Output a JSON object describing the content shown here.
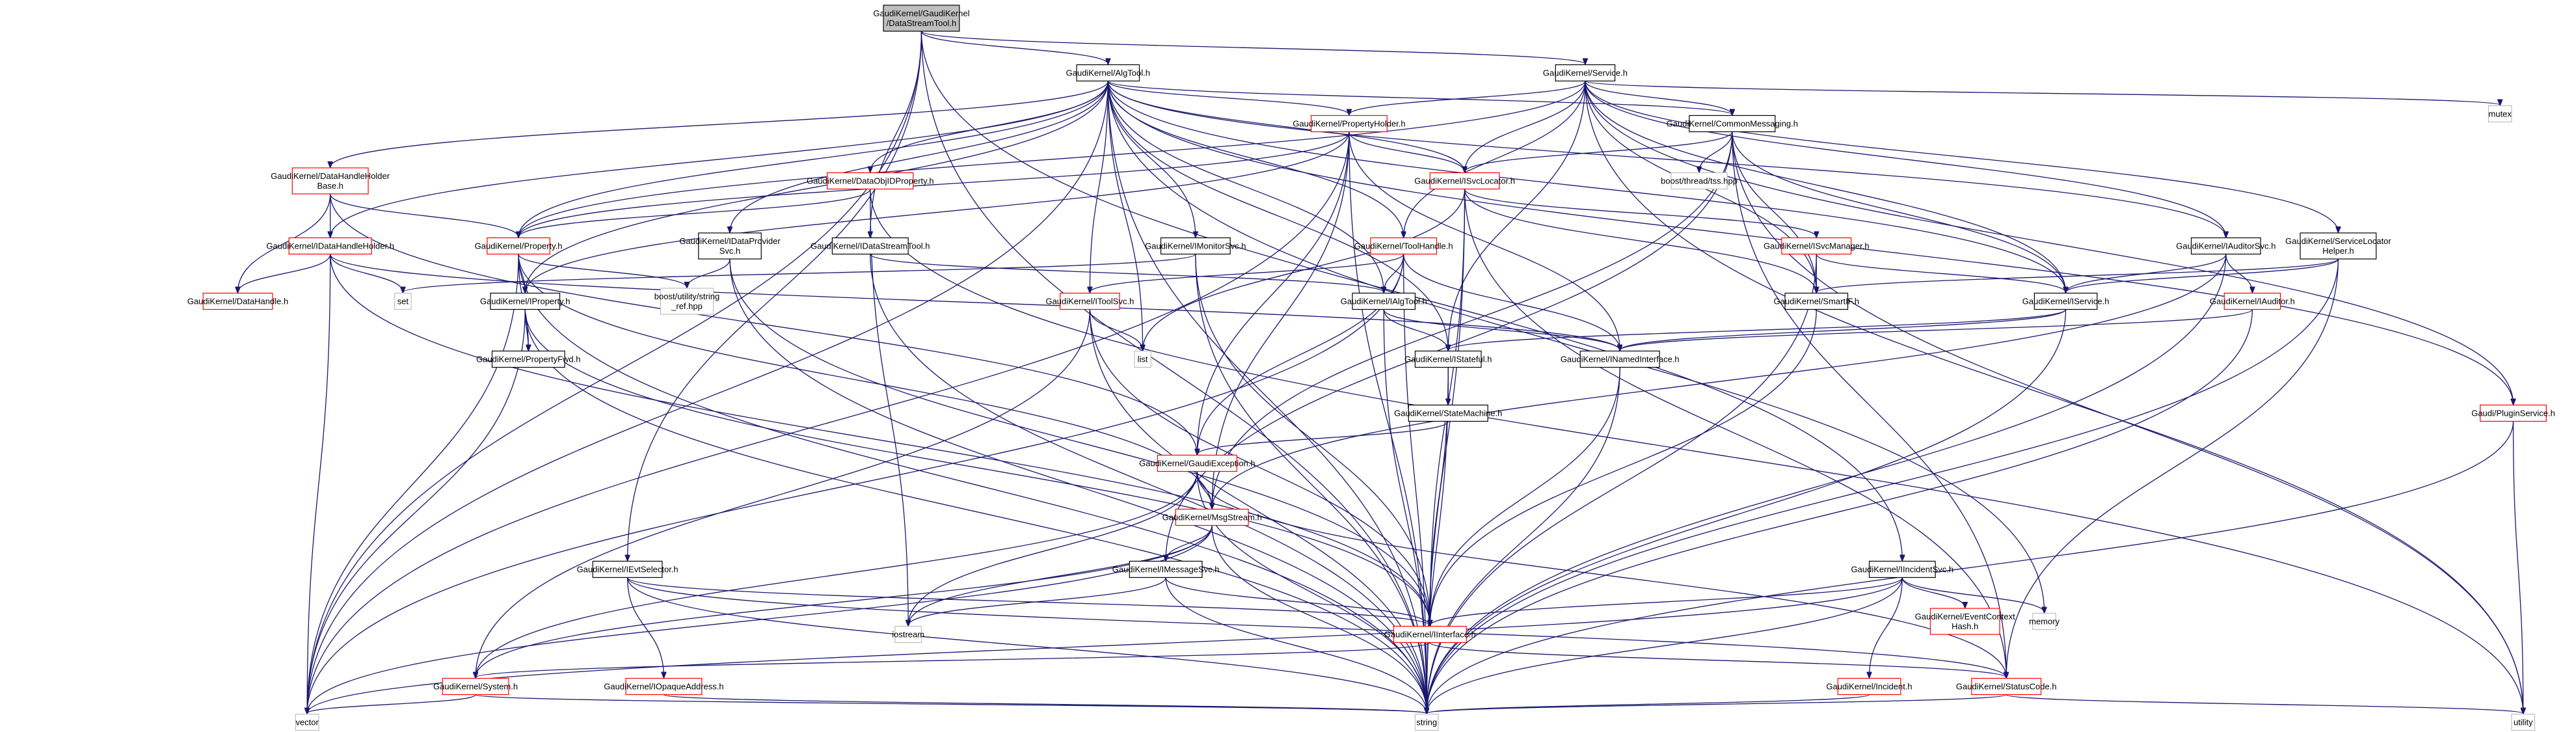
{
  "title": "GaudiKernel/GaudiKernel/DataStreamTool.h",
  "colors": {
    "edge": "#191970",
    "documented_border": "#000000",
    "undocumented_border": "#ff0000",
    "external_border": "#bfbfbf",
    "root_fill": "#bfbfbf"
  },
  "nodes": [
    {
      "id": "root",
      "lines": [
        "GaudiKernel/GaudiKernel",
        "/DataStreamTool.h"
      ],
      "style": "root"
    },
    {
      "id": "algtool",
      "lines": [
        "GaudiKernel/AlgTool.h"
      ],
      "style": "doc"
    },
    {
      "id": "service",
      "lines": [
        "GaudiKernel/Service.h"
      ],
      "style": "doc"
    },
    {
      "id": "mutex",
      "lines": [
        "mutex"
      ],
      "style": "ext"
    },
    {
      "id": "propholder",
      "lines": [
        "GaudiKernel/PropertyHolder.h"
      ],
      "style": "red"
    },
    {
      "id": "commonmsg",
      "lines": [
        "GaudiKernel/CommonMessaging.h"
      ],
      "style": "doc"
    },
    {
      "id": "dhhbase",
      "lines": [
        "GaudiKernel/DataHandleHolder",
        "Base.h"
      ],
      "style": "red"
    },
    {
      "id": "dataobjid",
      "lines": [
        "GaudiKernel/DataObjIDProperty.h"
      ],
      "style": "red"
    },
    {
      "id": "svclocator",
      "lines": [
        "GaudiKernel/ISvcLocator.h"
      ],
      "style": "red"
    },
    {
      "id": "boosttss",
      "lines": [
        "boost/thread/tss.hpp"
      ],
      "style": "ext"
    },
    {
      "id": "idhholder",
      "lines": [
        "GaudiKernel/IDataHandleHolder.h"
      ],
      "style": "red"
    },
    {
      "id": "property",
      "lines": [
        "GaudiKernel/Property.h"
      ],
      "style": "red"
    },
    {
      "id": "idataprov",
      "lines": [
        "GaudiKernel/IDataProvider",
        "Svc.h"
      ],
      "style": "doc"
    },
    {
      "id": "idatastream",
      "lines": [
        "GaudiKernel/IDataStreamTool.h"
      ],
      "style": "doc"
    },
    {
      "id": "imonitor",
      "lines": [
        "GaudiKernel/IMonitorSvc.h"
      ],
      "style": "doc"
    },
    {
      "id": "toolhandle",
      "lines": [
        "GaudiKernel/ToolHandle.h"
      ],
      "style": "red"
    },
    {
      "id": "isvcmgr",
      "lines": [
        "GaudiKernel/ISvcManager.h"
      ],
      "style": "red"
    },
    {
      "id": "iauditorsvc",
      "lines": [
        "GaudiKernel/IAuditorSvc.h"
      ],
      "style": "doc"
    },
    {
      "id": "svclochelper",
      "lines": [
        "GaudiKernel/ServiceLocator",
        "Helper.h"
      ],
      "style": "doc"
    },
    {
      "id": "datahandle",
      "lines": [
        "GaudiKernel/DataHandle.h"
      ],
      "style": "red"
    },
    {
      "id": "set",
      "lines": [
        "set"
      ],
      "style": "ext"
    },
    {
      "id": "iproperty",
      "lines": [
        "GaudiKernel/IProperty.h"
      ],
      "style": "doc"
    },
    {
      "id": "boostref",
      "lines": [
        "boost/utility/string",
        "_ref.hpp"
      ],
      "style": "ext"
    },
    {
      "id": "itoolsvc",
      "lines": [
        "GaudiKernel/IToolSvc.h"
      ],
      "style": "red"
    },
    {
      "id": "ialgtool",
      "lines": [
        "GaudiKernel/IAlgTool.h"
      ],
      "style": "doc"
    },
    {
      "id": "smartif",
      "lines": [
        "GaudiKernel/SmartIF.h"
      ],
      "style": "doc"
    },
    {
      "id": "iservice",
      "lines": [
        "GaudiKernel/IService.h"
      ],
      "style": "doc"
    },
    {
      "id": "iauditor",
      "lines": [
        "GaudiKernel/IAuditor.h"
      ],
      "style": "red"
    },
    {
      "id": "propfwd",
      "lines": [
        "GaudiKernel/PropertyFwd.h"
      ],
      "style": "doc"
    },
    {
      "id": "list",
      "lines": [
        "list"
      ],
      "style": "ext"
    },
    {
      "id": "istateful",
      "lines": [
        "GaudiKernel/IStateful.h"
      ],
      "style": "doc"
    },
    {
      "id": "inamed",
      "lines": [
        "GaudiKernel/INamedInterface.h"
      ],
      "style": "doc"
    },
    {
      "id": "statemachine",
      "lines": [
        "GaudiKernel/StateMachine.h"
      ],
      "style": "doc"
    },
    {
      "id": "pluginsvc",
      "lines": [
        "Gaudi/PluginService.h"
      ],
      "style": "red"
    },
    {
      "id": "gaudiexc",
      "lines": [
        "GaudiKernel/GaudiException.h"
      ],
      "style": "red"
    },
    {
      "id": "msgstream",
      "lines": [
        "GaudiKernel/MsgStream.h"
      ],
      "style": "red"
    },
    {
      "id": "evtselector",
      "lines": [
        "GaudiKernel/IEvtSelector.h"
      ],
      "style": "doc"
    },
    {
      "id": "imessagesvc",
      "lines": [
        "GaudiKernel/IMessageSvc.h"
      ],
      "style": "doc"
    },
    {
      "id": "iincident",
      "lines": [
        "GaudiKernel/IIncidentSvc.h"
      ],
      "style": "doc"
    },
    {
      "id": "memory",
      "lines": [
        "memory"
      ],
      "style": "ext"
    },
    {
      "id": "evtctxhash",
      "lines": [
        "GaudiKernel/EventContext",
        "Hash.h"
      ],
      "style": "red"
    },
    {
      "id": "iostream",
      "lines": [
        "iostream"
      ],
      "style": "ext"
    },
    {
      "id": "iinterface",
      "lines": [
        "GaudiKernel/IInterface.h"
      ],
      "style": "red"
    },
    {
      "id": "system",
      "lines": [
        "GaudiKernel/System.h"
      ],
      "style": "red"
    },
    {
      "id": "opaque",
      "lines": [
        "GaudiKernel/IOpaqueAddress.h"
      ],
      "style": "red"
    },
    {
      "id": "incident",
      "lines": [
        "GaudiKernel/Incident.h"
      ],
      "style": "red"
    },
    {
      "id": "statuscode",
      "lines": [
        "GaudiKernel/StatusCode.h"
      ],
      "style": "red"
    },
    {
      "id": "vector",
      "lines": [
        "vector"
      ],
      "style": "ext"
    },
    {
      "id": "string",
      "lines": [
        "string"
      ],
      "style": "ext"
    },
    {
      "id": "utility",
      "lines": [
        "utility"
      ],
      "style": "ext"
    }
  ],
  "edges": [
    [
      "root",
      "algtool"
    ],
    [
      "root",
      "service"
    ],
    [
      "root",
      "idatastream"
    ],
    [
      "root",
      "evtselector"
    ],
    [
      "root",
      "vector"
    ],
    [
      "root",
      "string"
    ],
    [
      "root",
      "iincident"
    ],
    [
      "algtool",
      "propholder"
    ],
    [
      "algtool",
      "commonmsg"
    ],
    [
      "algtool",
      "dhhbase"
    ],
    [
      "algtool",
      "dataobjid"
    ],
    [
      "algtool",
      "svclocator"
    ],
    [
      "algtool",
      "idhholder"
    ],
    [
      "algtool",
      "property"
    ],
    [
      "algtool",
      "idataprov"
    ],
    [
      "algtool",
      "imonitor"
    ],
    [
      "algtool",
      "toolhandle"
    ],
    [
      "algtool",
      "iauditorsvc"
    ],
    [
      "algtool",
      "iproperty"
    ],
    [
      "algtool",
      "itoolsvc"
    ],
    [
      "algtool",
      "ialgtool"
    ],
    [
      "algtool",
      "iservice"
    ],
    [
      "algtool",
      "list"
    ],
    [
      "algtool",
      "istateful"
    ],
    [
      "algtool",
      "vector"
    ],
    [
      "algtool",
      "string"
    ],
    [
      "algtool",
      "pluginsvc"
    ],
    [
      "algtool",
      "memory"
    ],
    [
      "service",
      "mutex"
    ],
    [
      "service",
      "propholder"
    ],
    [
      "service",
      "commonmsg"
    ],
    [
      "service",
      "svclocator"
    ],
    [
      "service",
      "toolhandle"
    ],
    [
      "service",
      "iauditorsvc"
    ],
    [
      "service",
      "svclochelper"
    ],
    [
      "service",
      "smartif"
    ],
    [
      "service",
      "iservice"
    ],
    [
      "service",
      "pluginsvc"
    ],
    [
      "service",
      "property"
    ],
    [
      "service",
      "istateful"
    ],
    [
      "service",
      "utility"
    ],
    [
      "propholder",
      "svclocator"
    ],
    [
      "propholder",
      "property"
    ],
    [
      "propholder",
      "iproperty"
    ],
    [
      "propholder",
      "inamed"
    ],
    [
      "propholder",
      "gaudiexc"
    ],
    [
      "propholder",
      "msgstream"
    ],
    [
      "propholder",
      "vector"
    ],
    [
      "propholder",
      "string"
    ],
    [
      "commonmsg",
      "svclocator"
    ],
    [
      "commonmsg",
      "boosttss"
    ],
    [
      "commonmsg",
      "smartif"
    ],
    [
      "commonmsg",
      "iservice"
    ],
    [
      "commonmsg",
      "imessagesvc"
    ],
    [
      "commonmsg",
      "msgstream"
    ],
    [
      "commonmsg",
      "statuscode"
    ],
    [
      "commonmsg",
      "utility"
    ],
    [
      "dhhbase",
      "idhholder"
    ],
    [
      "dhhbase",
      "property"
    ],
    [
      "dhhbase",
      "datahandle"
    ],
    [
      "dhhbase",
      "gaudiexc"
    ],
    [
      "dataobjid",
      "property"
    ],
    [
      "dataobjid",
      "iostream"
    ],
    [
      "dataobjid",
      "utility"
    ],
    [
      "svclocator",
      "smartif"
    ],
    [
      "svclocator",
      "isvcmgr"
    ],
    [
      "svclocator",
      "iinterface"
    ],
    [
      "svclocator",
      "list"
    ],
    [
      "svclocator",
      "string"
    ],
    [
      "svclocator",
      "statuscode"
    ],
    [
      "idhholder",
      "datahandle"
    ],
    [
      "idhholder",
      "set"
    ],
    [
      "idhholder",
      "vector"
    ],
    [
      "idhholder",
      "inamed"
    ],
    [
      "idhholder",
      "iinterface"
    ],
    [
      "property",
      "iproperty"
    ],
    [
      "property",
      "boostref"
    ],
    [
      "property",
      "propfwd"
    ],
    [
      "property",
      "string"
    ],
    [
      "property",
      "vector"
    ],
    [
      "property",
      "msgstream"
    ],
    [
      "idataprov",
      "boostref"
    ],
    [
      "idataprov",
      "string"
    ],
    [
      "idataprov",
      "iinterface"
    ],
    [
      "idatastream",
      "ialgtool"
    ],
    [
      "idatastream",
      "string"
    ],
    [
      "imonitor",
      "set"
    ],
    [
      "imonitor",
      "string"
    ],
    [
      "imonitor",
      "iinterface"
    ],
    [
      "toolhandle",
      "ialgtool"
    ],
    [
      "toolhandle",
      "itoolsvc"
    ],
    [
      "toolhandle",
      "inamed"
    ],
    [
      "toolhandle",
      "gaudiexc"
    ],
    [
      "toolhandle",
      "string"
    ],
    [
      "toolhandle",
      "vector"
    ],
    [
      "isvcmgr",
      "smartif"
    ],
    [
      "isvcmgr",
      "iservice"
    ],
    [
      "isvcmgr",
      "string"
    ],
    [
      "iauditorsvc",
      "iservice"
    ],
    [
      "iauditorsvc",
      "iauditor"
    ],
    [
      "iauditorsvc",
      "string"
    ],
    [
      "iauditorsvc",
      "msgstream"
    ],
    [
      "svclochelper",
      "smartif"
    ],
    [
      "svclochelper",
      "iservice"
    ],
    [
      "svclochelper",
      "string"
    ],
    [
      "svclochelper",
      "statuscode"
    ],
    [
      "iproperty",
      "propfwd"
    ],
    [
      "iproperty",
      "iinterface"
    ],
    [
      "iproperty",
      "string"
    ],
    [
      "iproperty",
      "vector"
    ],
    [
      "itoolsvc",
      "list"
    ],
    [
      "itoolsvc",
      "string"
    ],
    [
      "itoolsvc",
      "iinterface"
    ],
    [
      "itoolsvc",
      "system"
    ],
    [
      "ialgtool",
      "istateful"
    ],
    [
      "ialgtool",
      "inamed"
    ],
    [
      "ialgtool",
      "string"
    ],
    [
      "smartif",
      "iinterface"
    ],
    [
      "iservice",
      "istateful"
    ],
    [
      "iservice",
      "inamed"
    ],
    [
      "iservice",
      "string"
    ],
    [
      "iauditor",
      "inamed"
    ],
    [
      "iauditor",
      "string"
    ],
    [
      "istateful",
      "statemachine"
    ],
    [
      "istateful",
      "iinterface"
    ],
    [
      "istateful",
      "string"
    ],
    [
      "inamed",
      "iinterface"
    ],
    [
      "inamed",
      "string"
    ],
    [
      "statemachine",
      "gaudiexc"
    ],
    [
      "pluginsvc",
      "string"
    ],
    [
      "pluginsvc",
      "utility"
    ],
    [
      "gaudiexc",
      "msgstream"
    ],
    [
      "gaudiexc",
      "system"
    ],
    [
      "gaudiexc",
      "statuscode"
    ],
    [
      "gaudiexc",
      "iostream"
    ],
    [
      "gaudiexc",
      "string"
    ],
    [
      "msgstream",
      "imessagesvc"
    ],
    [
      "msgstream",
      "system"
    ],
    [
      "msgstream",
      "iostream"
    ],
    [
      "msgstream",
      "string"
    ],
    [
      "msgstream",
      "vector"
    ],
    [
      "evtselector",
      "opaque"
    ],
    [
      "evtselector",
      "iinterface"
    ],
    [
      "evtselector",
      "statuscode"
    ],
    [
      "evtselector",
      "string"
    ],
    [
      "imessagesvc",
      "iinterface"
    ],
    [
      "imessagesvc",
      "iostream"
    ],
    [
      "imessagesvc",
      "string"
    ],
    [
      "iincident",
      "memory"
    ],
    [
      "iincident",
      "evtctxhash"
    ],
    [
      "iincident",
      "incident"
    ],
    [
      "iincident",
      "iinterface"
    ],
    [
      "iincident",
      "string"
    ],
    [
      "iincident",
      "vector"
    ],
    [
      "iinterface",
      "system"
    ],
    [
      "iinterface",
      "statuscode"
    ],
    [
      "system",
      "vector"
    ],
    [
      "system",
      "string"
    ],
    [
      "opaque",
      "string"
    ],
    [
      "incident",
      "string"
    ],
    [
      "statuscode",
      "string"
    ],
    [
      "statuscode",
      "utility"
    ]
  ]
}
